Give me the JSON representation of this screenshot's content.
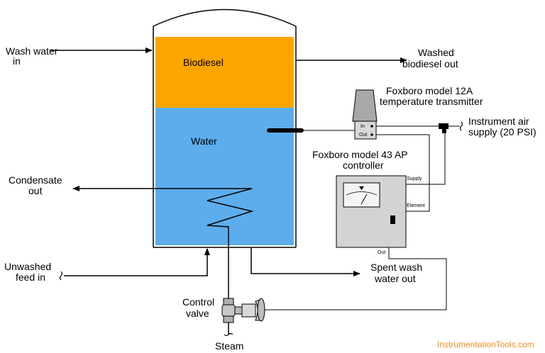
{
  "colors": {
    "biodiesel": "#FFA500",
    "water": "#5DADEC",
    "controller_body": "#D3D3D3",
    "transmitter": "#A8A8A8",
    "watermark": "#F28C28",
    "line": "#000000"
  },
  "tank": {
    "biodiesel_label": "Biodiesel",
    "water_label": "Water"
  },
  "streams": {
    "wash_water_in": [
      "Wash water",
      "in"
    ],
    "washed_biodiesel_out": [
      "Washed",
      "biodiesel out"
    ],
    "condensate_out": [
      "Condensate",
      "out"
    ],
    "unwashed_feed_in": [
      "Unwashed",
      "feed in"
    ],
    "spent_wash_water_out": [
      "Spent wash",
      "water out"
    ],
    "steam": "Steam",
    "instrument_air": [
      "Instrument air",
      "supply (20 PSI)"
    ]
  },
  "transmitter": {
    "title": [
      "Foxboro model 12A",
      "temperature transmitter"
    ],
    "port_in": "In",
    "port_out": "Out"
  },
  "controller": {
    "title": [
      "Foxboro model 43 AP",
      "controller"
    ],
    "supply": "Supply",
    "element": "Element",
    "out": "Out"
  },
  "control_valve": [
    "Control",
    "valve"
  ],
  "watermark": "InstrumentationTools.com"
}
